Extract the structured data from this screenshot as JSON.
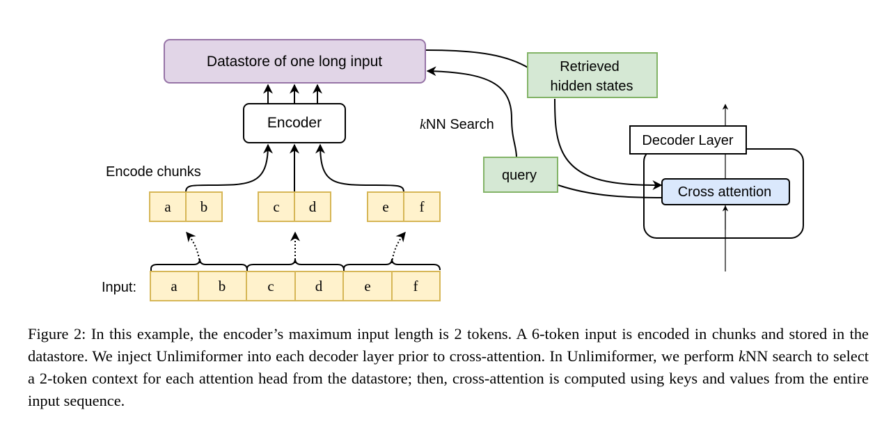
{
  "diagram": {
    "datastore_label": "Datastore of one long input",
    "encoder_label": "Encoder",
    "encode_chunks_label": "Encode chunks",
    "retrieved_label_line1": "Retrieved",
    "retrieved_label_line2": "hidden states",
    "knn_search_italic": "k",
    "knn_search_rest": "NN Search",
    "query_label": "query",
    "decoder_layer_label": "Decoder Layer",
    "cross_attention_label": "Cross attention",
    "input_label": "Input:",
    "chunks": [
      [
        "a",
        "b"
      ],
      [
        "c",
        "d"
      ],
      [
        "e",
        "f"
      ]
    ],
    "input_tokens": [
      "a",
      "b",
      "c",
      "d",
      "e",
      "f"
    ],
    "colors": {
      "datastore_fill": "#e1d5e7",
      "datastore_stroke": "#9673a6",
      "token_fill": "#fff2cc",
      "token_stroke": "#d6b656",
      "green_fill": "#d5e8d4",
      "green_stroke": "#82b366",
      "cross_fill": "#dae8fc",
      "cross_stroke": "#000000"
    }
  },
  "caption": {
    "part1": "Figure 2: In this example, the encoder’s maximum input length is 2 tokens. A 6-token input is encoded in chunks and stored in the datastore. We inject Unlimiformer into each decoder layer prior to cross-attention. In Unlimiformer, we perform ",
    "italic_k": "k",
    "part2": "NN search to select a 2-token context for each attention head from the datastore; then, cross-attention is computed using keys and values from the entire input sequence."
  }
}
